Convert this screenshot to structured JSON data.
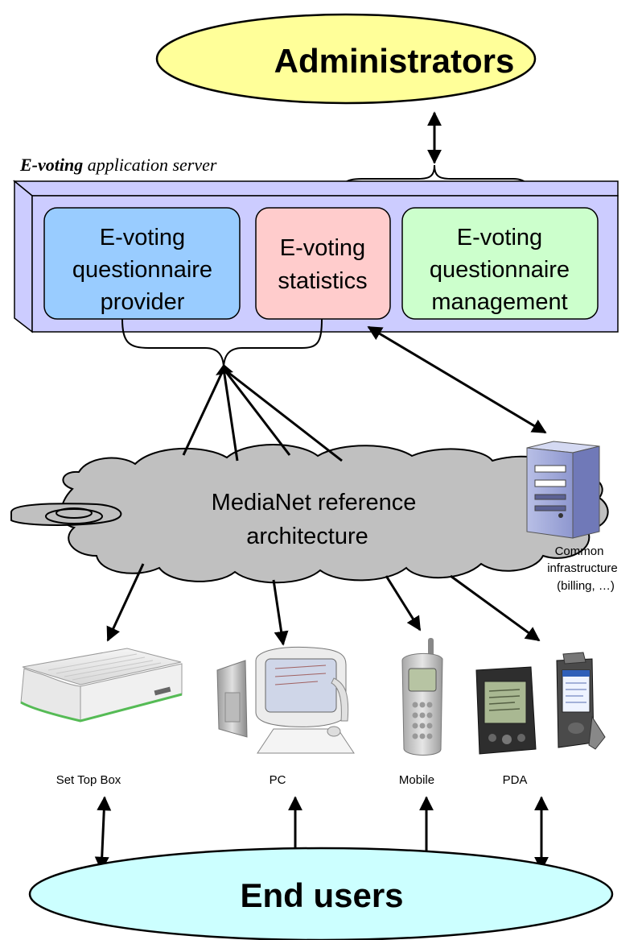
{
  "administrators": {
    "label": "Administrators",
    "fill": "#ffff99"
  },
  "end_users": {
    "label": "End users",
    "fill": "#ccffff"
  },
  "server": {
    "title_bold": "E-voting",
    "title_rest": " application server",
    "fill": "#ccccff",
    "modules": [
      {
        "lines": [
          "E-voting",
          "questionnaire",
          "provider"
        ],
        "fill": "#99ccff"
      },
      {
        "lines": [
          "E-voting",
          "statistics"
        ],
        "fill": "#ffcccc"
      },
      {
        "lines": [
          "E-voting",
          "questionnaire",
          "management"
        ],
        "fill": "#ccffcc"
      }
    ]
  },
  "cloud": {
    "lines": [
      "MediaNet reference",
      "architecture"
    ],
    "fill": "#c0c0c0"
  },
  "infrastructure": {
    "lines": [
      "Common",
      "infrastructure",
      "(billing, …)"
    ]
  },
  "devices": {
    "set_top_box": "Set Top Box",
    "pc": "PC",
    "mobile": "Mobile",
    "pda": "PDA"
  }
}
